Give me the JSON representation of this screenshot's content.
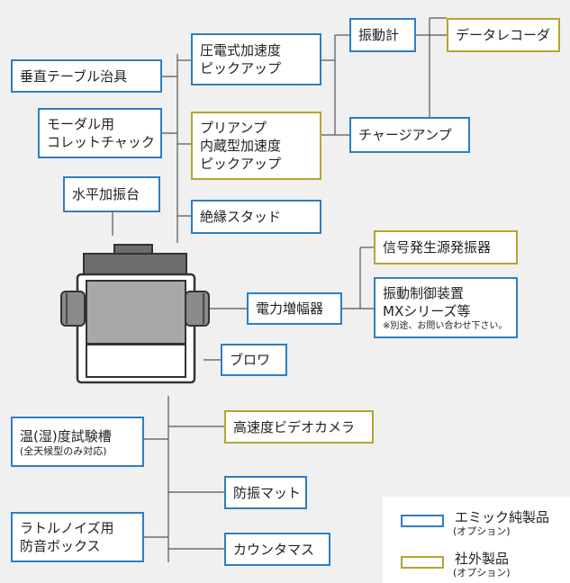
{
  "colors": {
    "emic": "#2f7ec2",
    "external": "#b3a630",
    "background": "#f0f0f0",
    "machine": "#555555"
  },
  "boxes": {
    "suichoku": "垂直テーブル治具",
    "modal_line1": "モーダル用",
    "modal_line2": "コレットチャック",
    "suihei": "水平加振台",
    "piezo_line1": "圧電式加速度",
    "piezo_line2": "ピックアップ",
    "preamp_line1": "プリアンプ",
    "preamp_line2": "内蔵型加速度",
    "preamp_line3": "ピックアップ",
    "zetsuen": "絶縁スタッド",
    "shindokei": "振動計",
    "datarecorder": "データレコーダ",
    "chargeamp": "チャージアンプ",
    "shingou": "信号発生源発振器",
    "mx_line1": "振動制御装置",
    "mx_line2": "MXシリーズ等",
    "mx_note": "※別途、お問い合わせ下さい。",
    "denryoku": "電力増幅器",
    "blower": "ブロワ",
    "onshitsu_line1": "温(湿)度試験槽",
    "onshitsu_note": "(全天候型のみ対応)",
    "kousokudo": "高速度ビデオカメラ",
    "boushin": "防振マット",
    "ratoru_line1": "ラトルノイズ用",
    "ratoru_line2": "防音ボックス",
    "counter": "カウンタマス"
  },
  "legend": {
    "emic_label": "エミック純製品",
    "emic_sub": "(オプション)",
    "external_label": "社外製品",
    "external_sub": "(オプション)"
  }
}
